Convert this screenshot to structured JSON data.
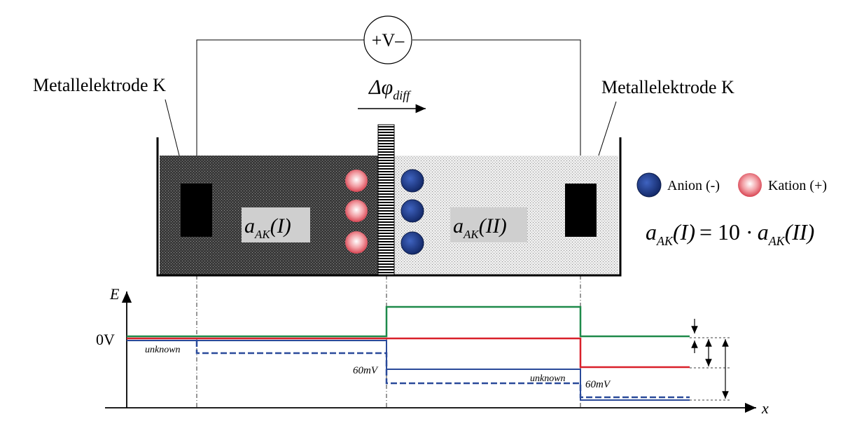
{
  "voltage_source": {
    "label": "+V–"
  },
  "diffusion_potential": {
    "symbol": "Δφ",
    "subscript": "diff"
  },
  "electrodes": {
    "left_label": "Metallelektrode K",
    "right_label": "Metallelektrode K"
  },
  "compartments": {
    "left": {
      "a": "a",
      "sub": "AK",
      "arg": "(I)"
    },
    "right": {
      "a": "a",
      "sub": "AK",
      "arg": "(II)"
    }
  },
  "legend": {
    "anion": "Anion (-)",
    "kation": "Kation (+)"
  },
  "relation": {
    "lhs_a": "a",
    "lhs_sub": "AK",
    "lhs_arg": "(I)",
    "equals": "= 10 ·",
    "rhs_a": "a",
    "rhs_sub": "AK",
    "rhs_arg": "(II)"
  },
  "energy_plot": {
    "y_axis_label": "E",
    "x_axis_label": "x",
    "zero_label": "0V",
    "left_step_label": "unknown",
    "middle_step_label": "60mV",
    "right_unknown_label": "unknown",
    "right_step_label": "60mV"
  },
  "colors": {
    "green_line": "#1e8a4a",
    "red_line": "#d9202a",
    "blue_line": "#2a4a9a",
    "anion": "#1f3f8f",
    "kation": "#e25a66",
    "label_box": "#cfcfcf"
  }
}
